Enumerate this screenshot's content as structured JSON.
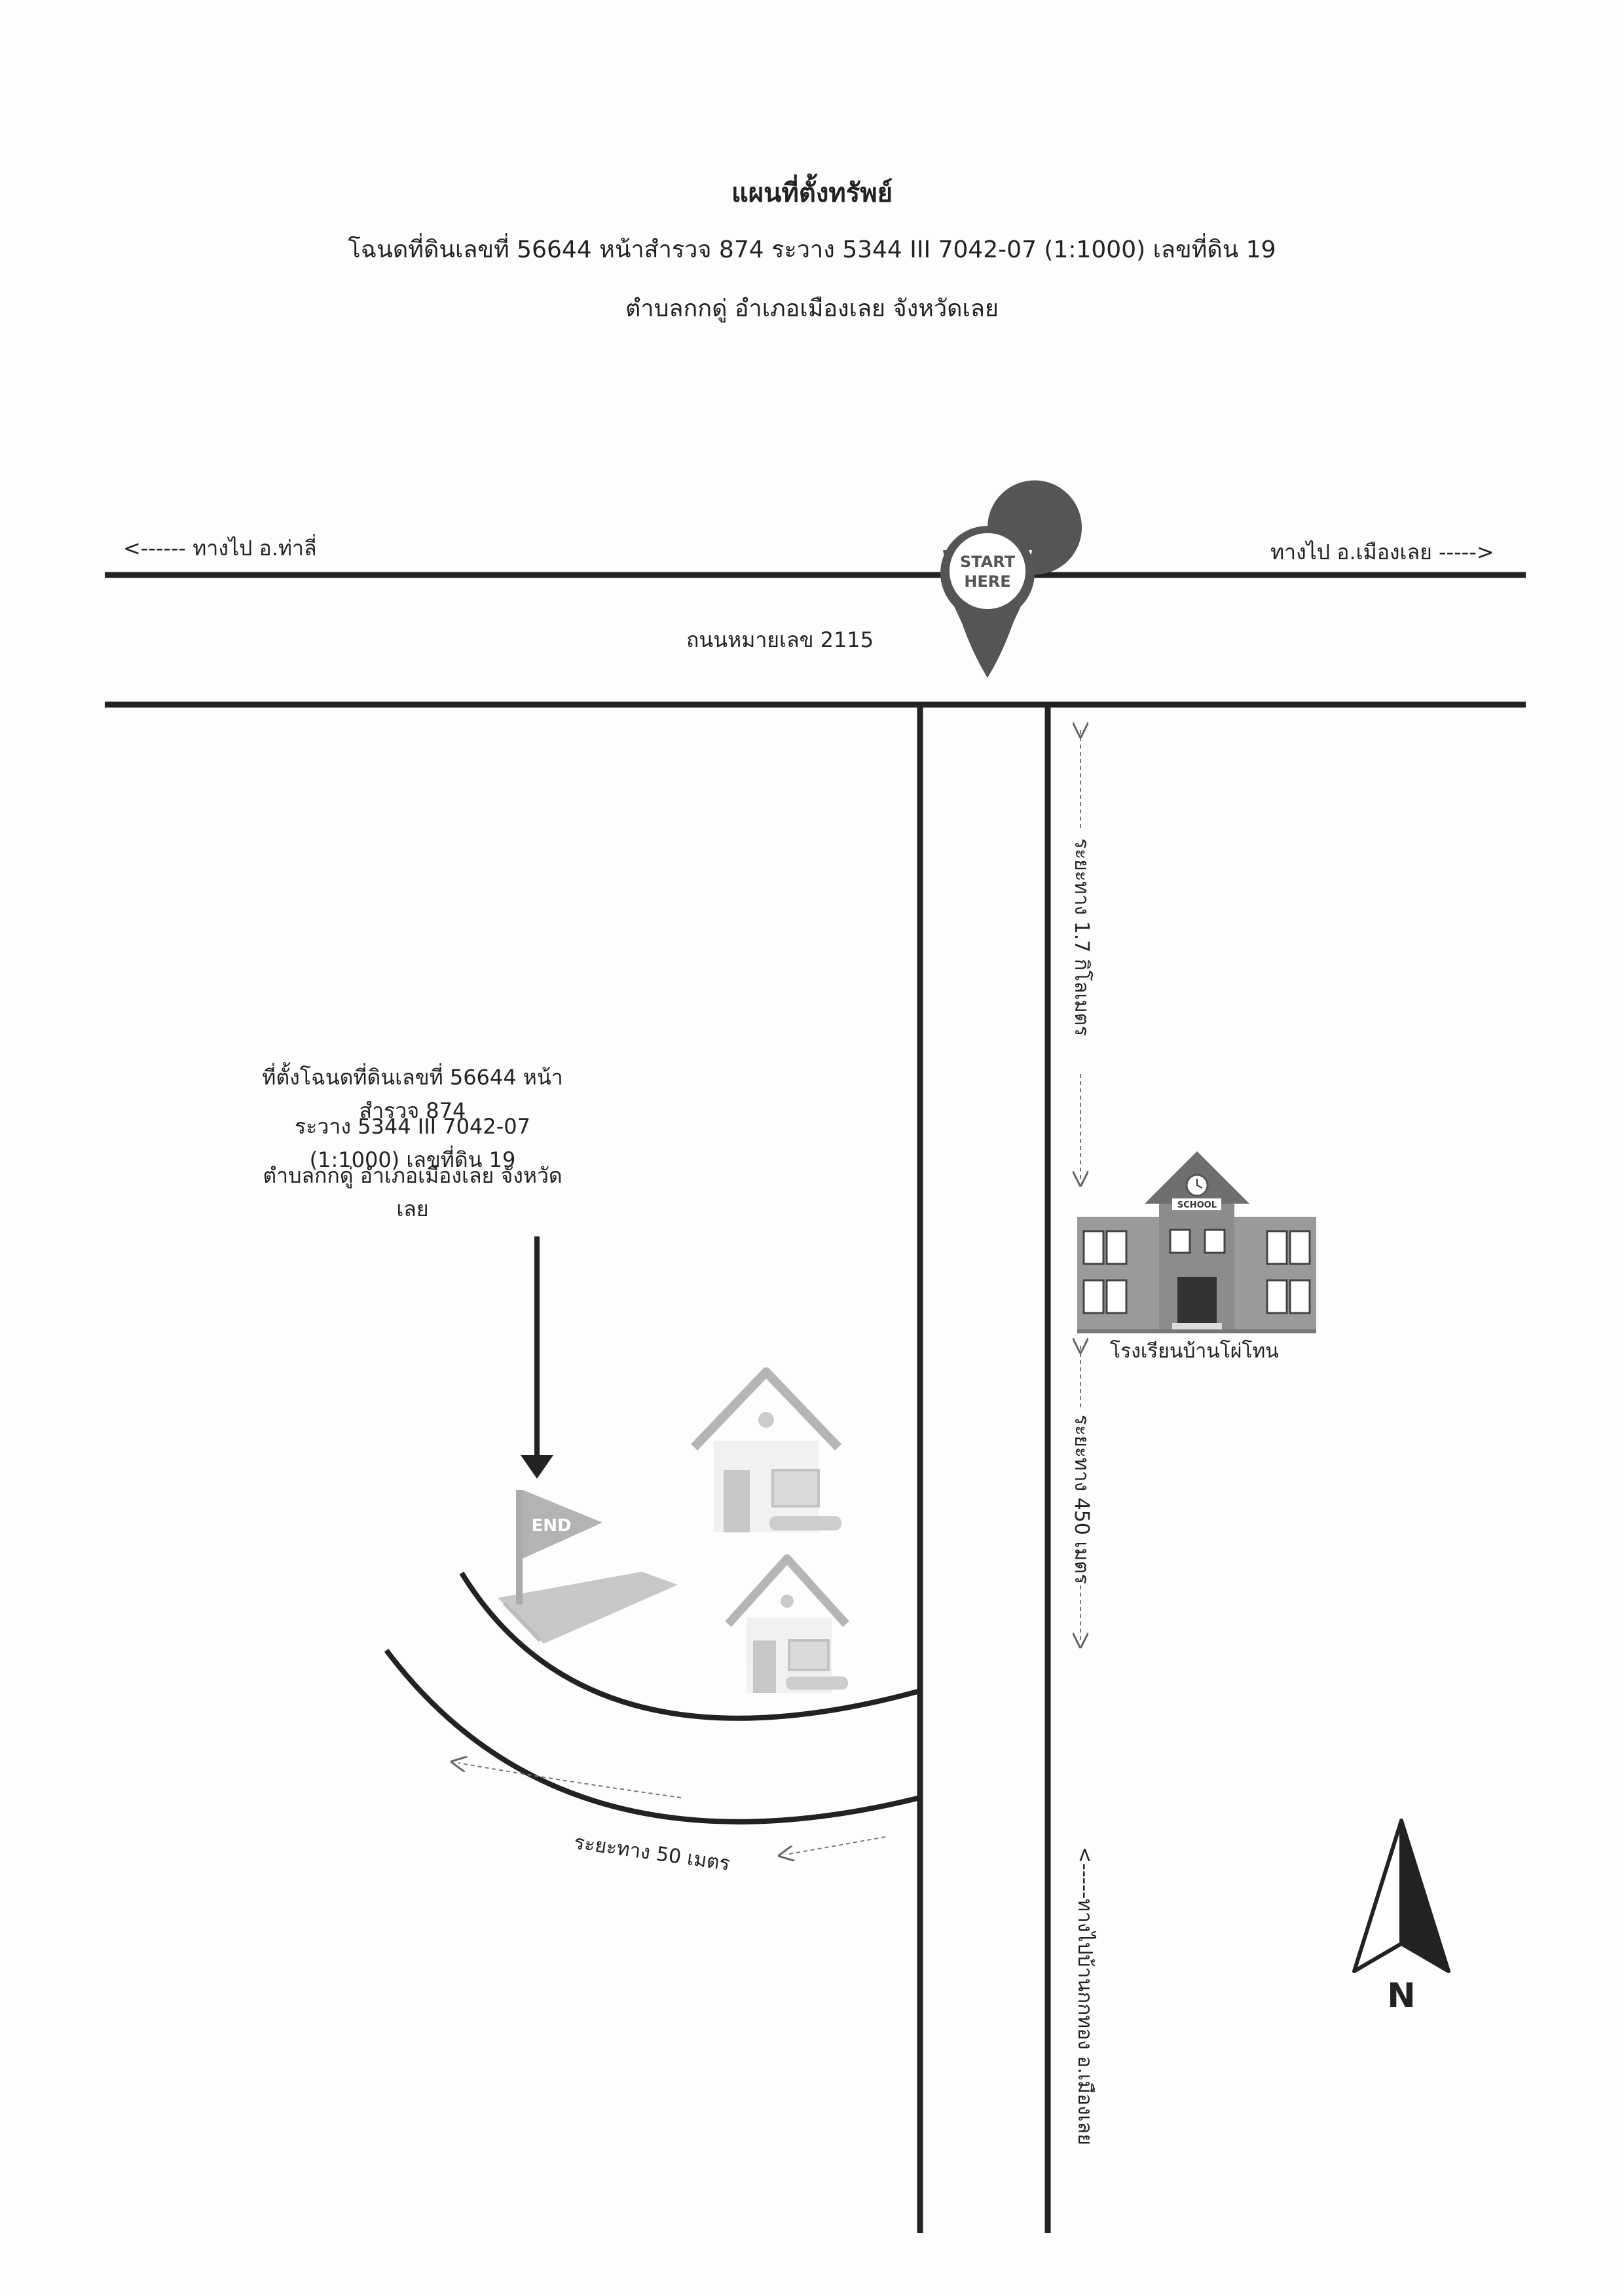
{
  "header": {
    "title": "แผนที่ตั้งทรัพย์",
    "deed_line": "โฉนดที่ดินเลขที่ 56644 หน้าสำรวจ 874 ระวาง 5344 III 7042-07 (1:1000) เลขที่ดิน 19",
    "location_line": "ตำบลกกดู่ อำเภอเมืองเลย จังหวัดเลย"
  },
  "roads": {
    "main_road_name": "ถนนหมายเลข 2115",
    "to_left": "<------ ทางไป อ.ท่าลี่",
    "to_right": "ทางไป อ.เมืองเลย ----->",
    "to_bottom": "<-----ทางไปบ้านกกทอง อ.เมืองเลย"
  },
  "markers": {
    "start_line1": "START",
    "start_line2": "HERE",
    "end_label": "END",
    "school_sign": "SCHOOL"
  },
  "distances": {
    "d1": "ระยะทาง 1.7 กิโลเมตร",
    "d2": "ระยะทาง 450 เมตร",
    "d3": "ระยะทาง 50 เมตร"
  },
  "landmarks": {
    "school": "โรงเรียนบ้านโผ่โทน"
  },
  "property_label": {
    "line1": "ที่ตั้งโฉนดที่ดินเลขที่ 56644 หน้าสำรวจ 874",
    "line2": "ระวาง 5344 III 7042-07 (1:1000) เลขที่ดิน 19",
    "line3": "ตำบลกกดู่ อำเภอเมืองเลย จังหวัดเลย"
  },
  "compass": {
    "label": "N"
  },
  "icons": [
    "map-pin-icon",
    "flag-icon",
    "house-icon",
    "school-icon",
    "north-arrow-icon"
  ]
}
